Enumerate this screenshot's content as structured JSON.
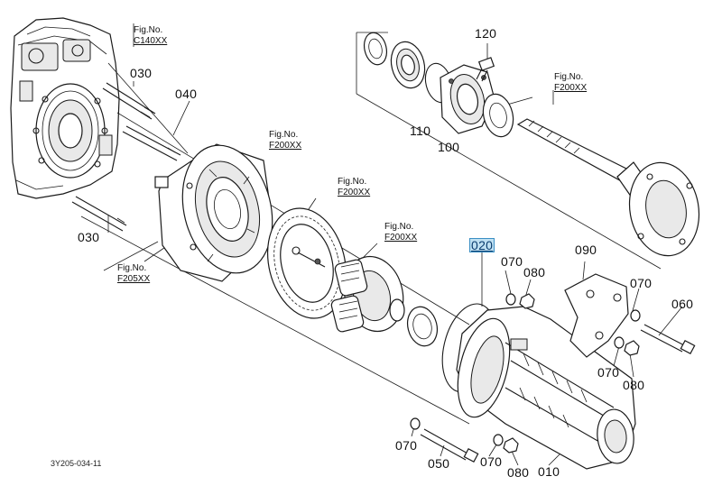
{
  "diagram": {
    "labels": {
      "p010": "010",
      "p020": "020",
      "p030a": "030",
      "p030b": "030",
      "p040": "040",
      "p050": "050",
      "p060": "060",
      "p070a": "070",
      "p070b": "070",
      "p070c": "070",
      "p070d": "070",
      "p070e": "070",
      "p080a": "080",
      "p080b": "080",
      "p080c": "080",
      "p090": "090",
      "p100": "100",
      "p110": "110",
      "p120": "120"
    },
    "fig_refs": {
      "c140": {
        "prefix": "Fig.No.",
        "code": "C140XX"
      },
      "f200_top": {
        "prefix": "Fig.No.",
        "code": "F200XX"
      },
      "f200_a": {
        "prefix": "Fig.No.",
        "code": "F200XX"
      },
      "f200_b": {
        "prefix": "Fig.No.",
        "code": "F200XX"
      },
      "f200_c": {
        "prefix": "Fig.No.",
        "code": "F200XX"
      },
      "f205": {
        "prefix": "Fig.No.",
        "code": "F205XX"
      }
    },
    "footer_code": "3Y205-034-11",
    "highlight_color": "#3b8fc4"
  }
}
